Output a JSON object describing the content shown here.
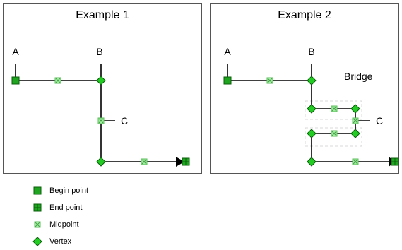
{
  "example1": {
    "title": "Example 1",
    "labels": {
      "a": "A",
      "b": "B",
      "c": "C"
    }
  },
  "example2": {
    "title": "Example 2",
    "labels": {
      "a": "A",
      "b": "B",
      "c": "C",
      "bridge": "Bridge"
    }
  },
  "legend": [
    {
      "label": "Begin point",
      "symbol": "begin-point"
    },
    {
      "label": "End point",
      "symbol": "end-point"
    },
    {
      "label": "Midpoint",
      "symbol": "midpoint"
    },
    {
      "label": "Vertex",
      "symbol": "vertex"
    }
  ],
  "colors": {
    "line": "#000000",
    "begin_fill": "#1fa51f",
    "end_fill": "#1fa51f",
    "midpoint_fill": "#9ef09e",
    "vertex_fill": "#22cc22",
    "bridge_dash": "#d8d8d8"
  }
}
